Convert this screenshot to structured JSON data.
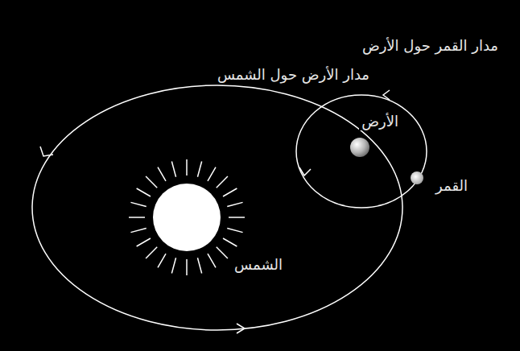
{
  "diagram": {
    "labels": [
      "مدار القمر حول الأرض",
      "مدار الأرض حول الشمس",
      "الأرض",
      "القمر",
      "الشمس"
    ]
  }
}
